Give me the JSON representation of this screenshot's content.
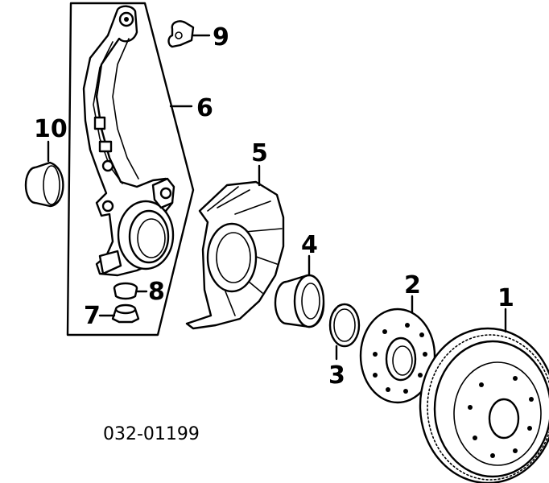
{
  "diagram": {
    "part_code": "032-01199",
    "callouts": [
      {
        "id": "1",
        "label": "1",
        "part": "brake-rotor"
      },
      {
        "id": "2",
        "label": "2",
        "part": "wheel-hub"
      },
      {
        "id": "3",
        "label": "3",
        "part": "snap-ring"
      },
      {
        "id": "4",
        "label": "4",
        "part": "wheel-bearing"
      },
      {
        "id": "5",
        "label": "5",
        "part": "splash-shield"
      },
      {
        "id": "6",
        "label": "6",
        "part": "steering-knuckle-assembly"
      },
      {
        "id": "7",
        "label": "7",
        "part": "boot"
      },
      {
        "id": "8",
        "label": "8",
        "part": "seal"
      },
      {
        "id": "9",
        "label": "9",
        "part": "clip"
      },
      {
        "id": "10",
        "label": "10",
        "part": "dust-seal"
      }
    ]
  }
}
